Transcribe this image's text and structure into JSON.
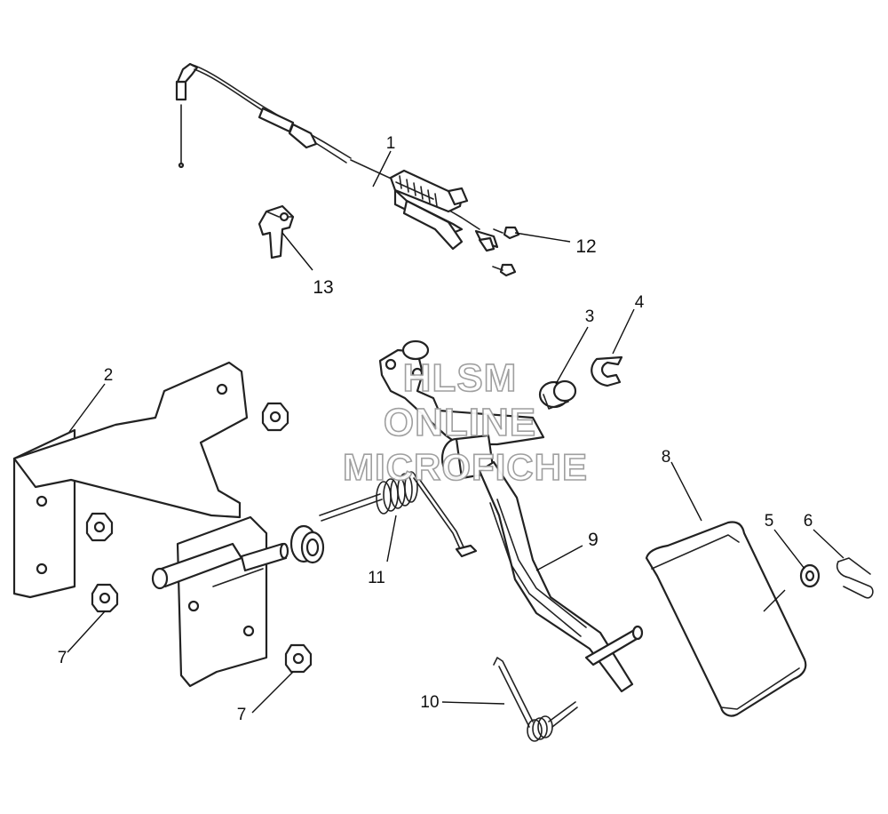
{
  "watermark": {
    "line1": "HLSM",
    "line2": "ONLINE",
    "line3": "MICROFICHE"
  },
  "callouts": {
    "c1": "1",
    "c2": "2",
    "c3": "3",
    "c4": "4",
    "c5": "5",
    "c6": "6",
    "c7a": "7",
    "c7b": "7",
    "c8": "8",
    "c9": "9",
    "c10": "10",
    "c11": "11",
    "c12": "12",
    "c13": "13"
  }
}
